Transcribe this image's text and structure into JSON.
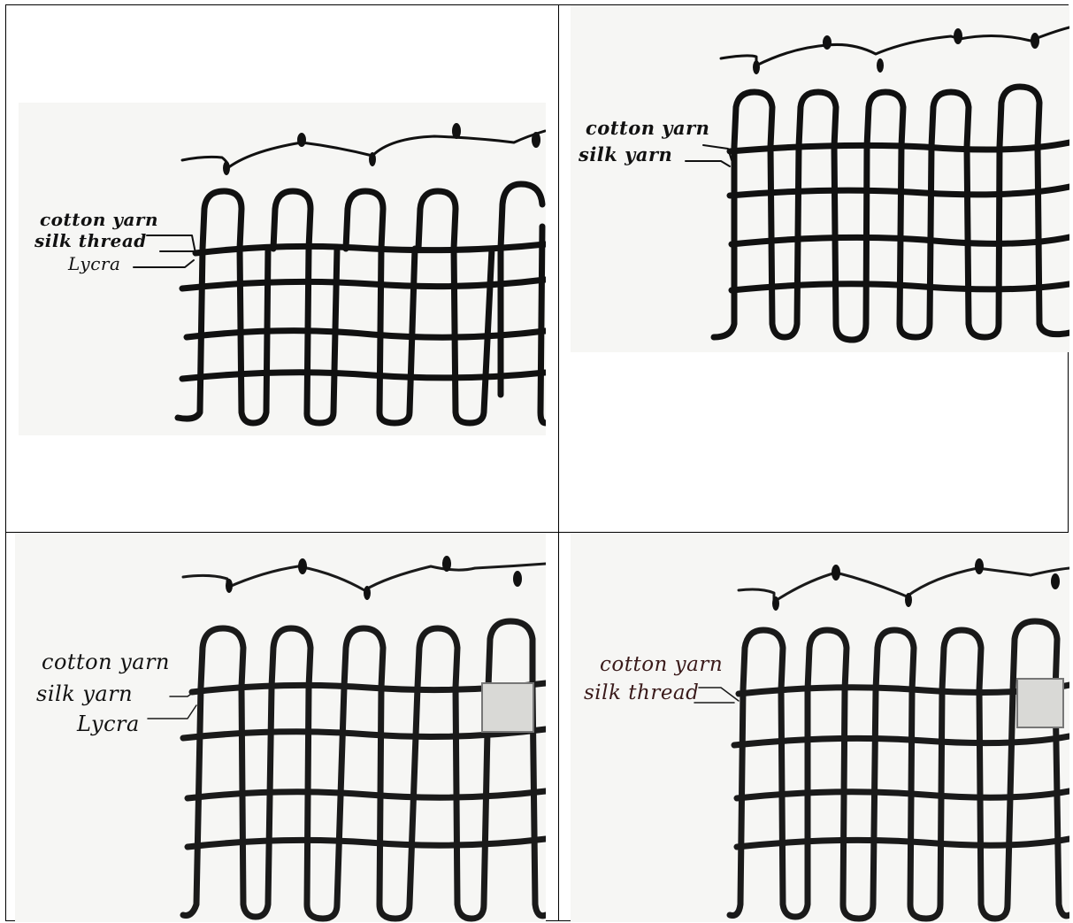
{
  "panels": [
    {
      "labels": [
        "cotton yarn",
        "silk thread",
        "Lycra"
      ]
    },
    {
      "labels": [
        "cotton yarn",
        "silk yarn"
      ]
    },
    {
      "labels": [
        "cotton yarn",
        "silk yarn",
        "Lycra"
      ]
    },
    {
      "labels": [
        "cotton yarn",
        "silk thread"
      ]
    }
  ],
  "colors": {
    "ink": "#111111",
    "paper": "#f6f6f4",
    "label_red_tint": "#3a1a1a"
  }
}
